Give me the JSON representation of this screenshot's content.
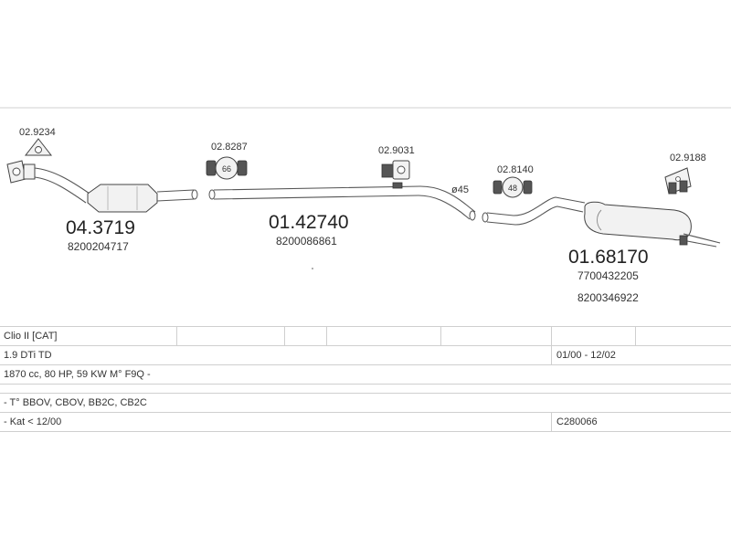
{
  "parts": {
    "gasket_top": {
      "code": "02.9234"
    },
    "catalyst": {
      "code": "04.3719",
      "ref": "8200204717"
    },
    "clamp_1": {
      "code": "02.8287",
      "size": "66"
    },
    "middle_pipe": {
      "code": "01.42740",
      "ref": "8200086861"
    },
    "hanger_1": {
      "code": "02.9031"
    },
    "diameter": {
      "label": "ø45"
    },
    "clamp_2": {
      "code": "02.8140",
      "size": "48"
    },
    "bracket": {
      "code": "02.9188"
    },
    "rear_silencer": {
      "code": "01.68170",
      "refs": [
        "7700432205",
        "8200346922"
      ]
    }
  },
  "info": {
    "model": "Clio II  [CAT]",
    "engine": "1.9 DTi TD",
    "date_range": "01/00 - 12/02",
    "specs": "1870 cc, 80 HP, 59 KW M° F9Q -",
    "types": "- T° BBOV, CBOV,  BB2C, CB2C",
    "kat": "- Kat < 12/00",
    "ref_code": "C280066"
  }
}
